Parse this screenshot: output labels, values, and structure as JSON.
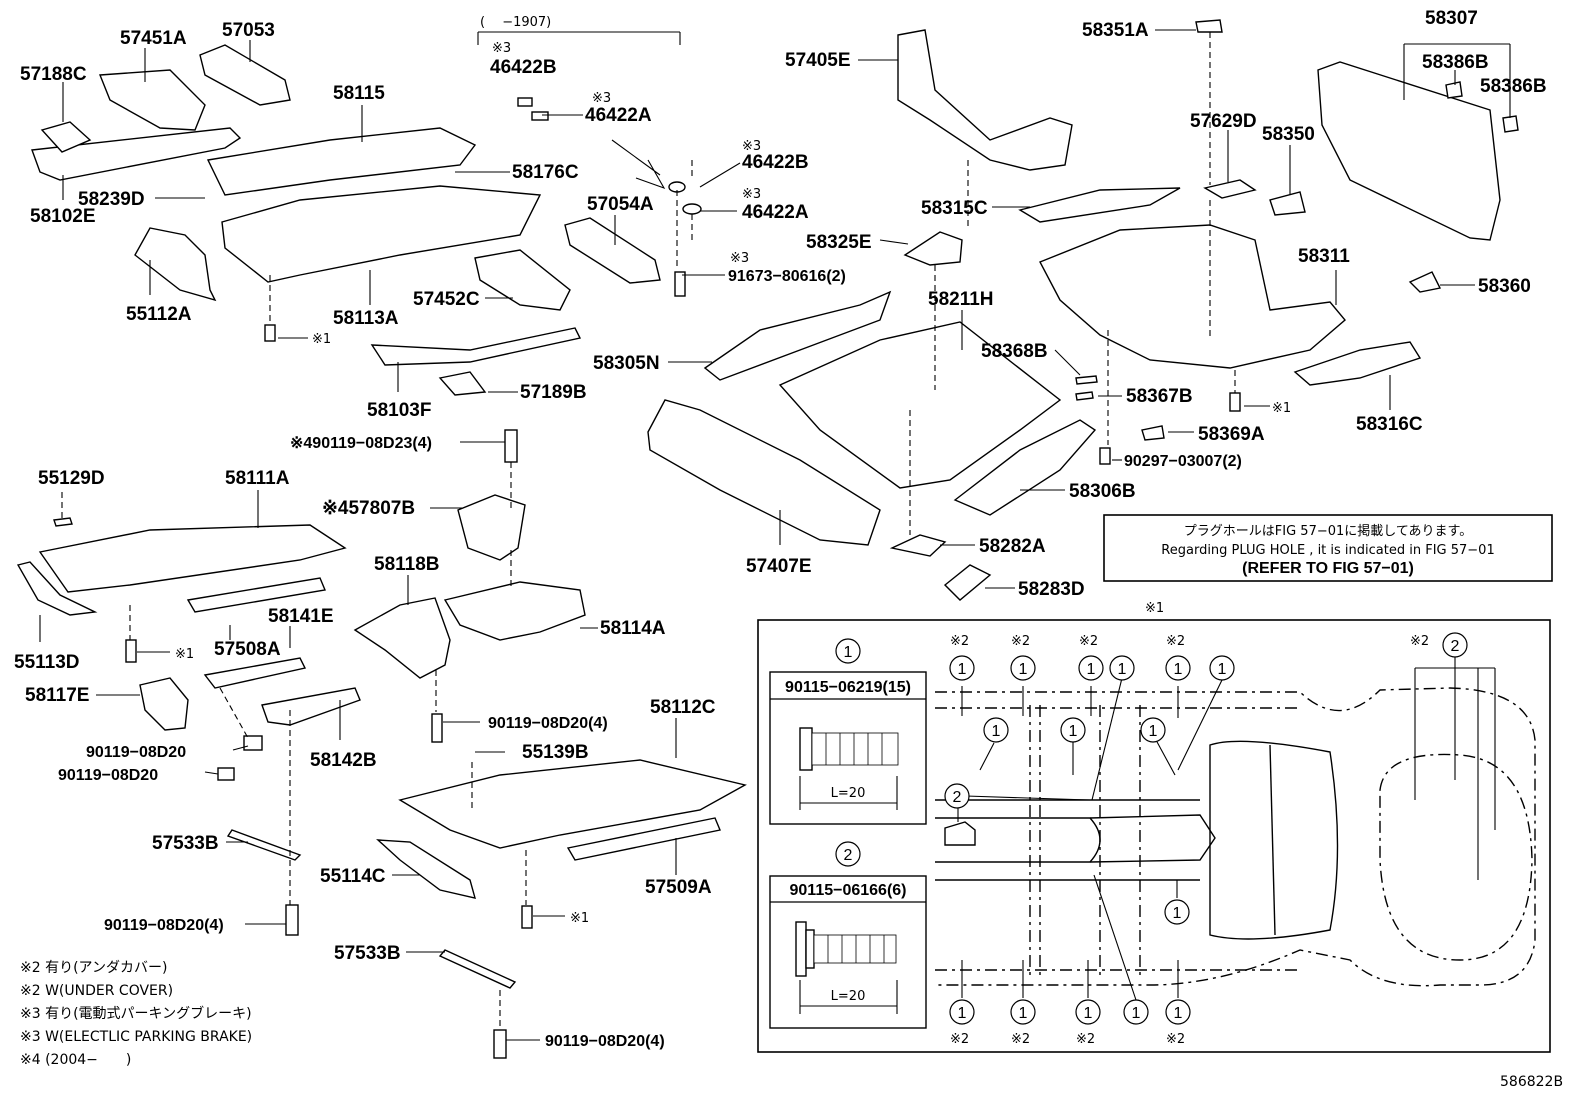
{
  "date_range": "(　 −1907)",
  "diagram_code": "586822B",
  "callouts": {
    "p57451A": "57451A",
    "p57053": "57053",
    "p57188C": "57188C",
    "p58115": "58115",
    "p58102E": "58102E",
    "p58239D": "58239D",
    "p58176C": "58176C",
    "p55112A": "55112A",
    "p58113A": "58113A",
    "p46422B_a": "46422B",
    "p46422A_a": "46422A",
    "p46422B_b": "46422B",
    "p46422A_b": "46422A",
    "p57054A": "57054A",
    "p91673": "91673−80616(2)",
    "p57452C": "57452C",
    "p58103F": "58103F",
    "p57189B": "57189B",
    "p57405E": "57405E",
    "p58351A": "58351A",
    "p58307": "58307",
    "p58386B_a": "58386B",
    "p58386B_b": "58386B",
    "p57629D": "57629D",
    "p58350": "58350",
    "p58315C": "58315C",
    "p58325E": "58325E",
    "p58311": "58311",
    "p58360": "58360",
    "p58211H": "58211H",
    "p58305N": "58305N",
    "p58368B": "58368B",
    "p58367B": "58367B",
    "p58316C": "58316C",
    "p58369A": "58369A",
    "p90297": "90297−03007(2)",
    "p58306B": "58306B",
    "p57407E": "57407E",
    "p58282A": "58282A",
    "p58283D": "58283D",
    "p90119_d23": "※490119−08D23(4)",
    "p57807B": "※457807B",
    "p55129D": "55129D",
    "p58111A": "58111A",
    "p58118B": "58118B",
    "p58141E": "58141E",
    "p57508A": "57508A",
    "p58114A": "58114A",
    "p55113D": "55113D",
    "p58117E": "58117E",
    "p90119_a": "90119−08D20",
    "p90119_b": "90119−08D20",
    "p58142B": "58142B",
    "p90119_c": "90119−08D20(4)",
    "p58112C": "58112C",
    "p55139B": "55139B",
    "p57533B_a": "57533B",
    "p55114C": "55114C",
    "p57509A": "57509A",
    "p90119_d": "90119−08D20(4)",
    "p57533B_b": "57533B",
    "p90119_e": "90119−08D20(4)"
  },
  "marks": {
    "star1": "※1",
    "star2": "※2",
    "star3": "※3",
    "one": "1",
    "two": "2"
  },
  "notice": {
    "jp": "プラグホールはFIG 57−01に掲載してあります。",
    "en": "Regarding  PLUG  HOLE , it is indicated in FIG 57−01",
    "ref": "(REFER TO FIG 57−01)"
  },
  "inset": {
    "title_mark": "※1",
    "bolt1": {
      "mark": "1",
      "part": "90115−06219(15)",
      "length": "L=20"
    },
    "bolt2": {
      "mark": "2",
      "part": "90115−06166(6)",
      "length": "L=20"
    }
  },
  "footnotes": [
    "※2 有り(アンダカバー)",
    "※2 W(UNDER COVER)",
    "※3 有り(電動式パーキングブレーキ)",
    "※3 W(ELECTLIC PARKING BRAKE)",
    "※4 (2004−　　)"
  ]
}
